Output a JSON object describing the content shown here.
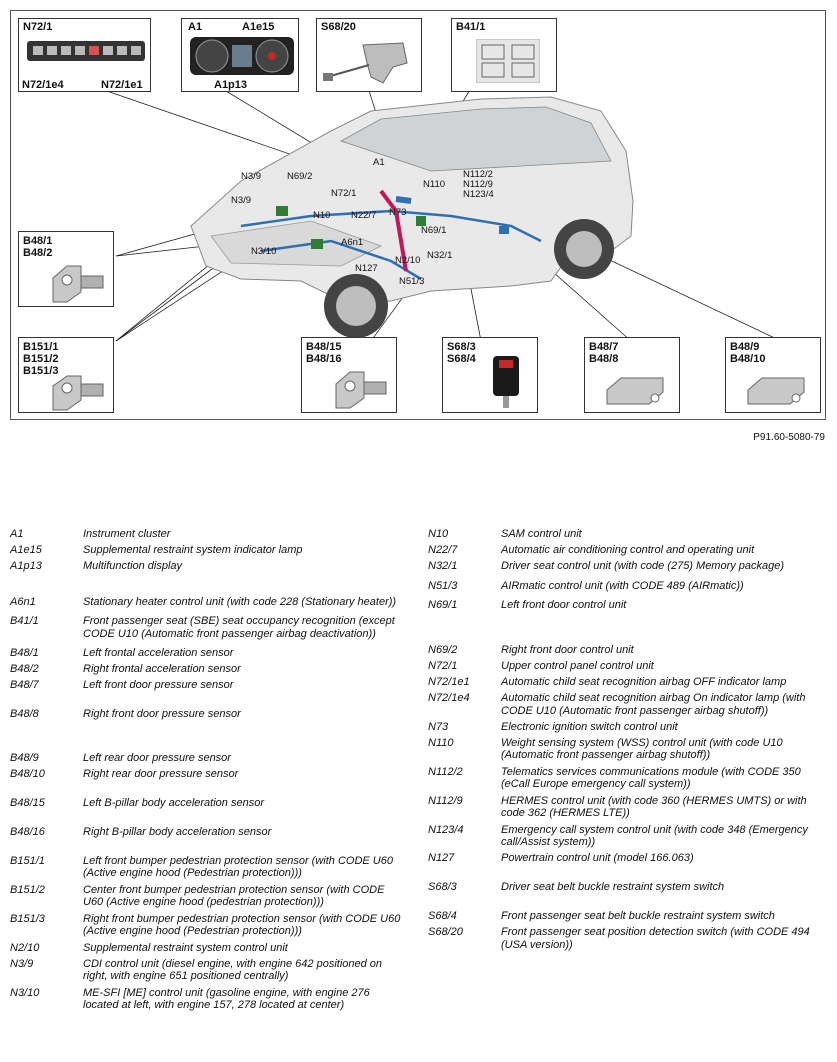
{
  "diagram": {
    "reference": "P91.60-5080-79",
    "callouts": {
      "n72_1": [
        "N72/1"
      ],
      "n72_1e4": [
        "N72/1e4"
      ],
      "n72_1e1": [
        "N72/1e1"
      ],
      "a1": [
        "A1"
      ],
      "a1e15": [
        "A1e15"
      ],
      "a1p13": [
        "A1p13"
      ],
      "s68_20": [
        "S68/20"
      ],
      "b41_1": [
        "B41/1"
      ],
      "b48_1": [
        "B48/1",
        "B48/2"
      ],
      "b151": [
        "B151/1",
        "B151/2",
        "B151/3"
      ],
      "b48_15": [
        "B48/15",
        "B48/16"
      ],
      "s68_3": [
        "S68/3",
        "S68/4"
      ],
      "b48_7": [
        "B48/7",
        "B48/8"
      ],
      "b48_9": [
        "B48/9",
        "B48/10"
      ]
    },
    "car_labels": [
      "N3/9",
      "N69/2",
      "A1",
      "N72/1",
      "N110",
      "N112/2",
      "N112/9",
      "N123/4",
      "N3/9",
      "N10",
      "N22/7",
      "N73",
      "N69/1",
      "A6n1",
      "N3/10",
      "N127",
      "N2/10",
      "N32/1",
      "N51/3"
    ]
  },
  "legend": {
    "left": [
      {
        "code": "A1",
        "desc": "Instrument cluster"
      },
      {
        "code": "A1e15",
        "desc": "Supplemental restraint system indicator lamp"
      },
      {
        "code": "A1p13",
        "desc": "Multifunction display"
      },
      {
        "code": "A6n1",
        "desc": "Stationary heater control unit (with code 228 (Stationary heater))"
      },
      {
        "code": "B41/1",
        "desc": "Front passenger seat (SBE) seat occupancy recognition (except CODE U10 (Automatic front passenger airbag deactivation))"
      },
      {
        "code": "B48/1",
        "desc": "Left frontal acceleration sensor"
      },
      {
        "code": "B48/2",
        "desc": "Right frontal acceleration sensor"
      },
      {
        "code": "B48/7",
        "desc": "Left front door pressure sensor"
      },
      {
        "code": "B48/8",
        "desc": "Right front door pressure sensor"
      },
      {
        "code": "B48/9",
        "desc": "Left rear door pressure sensor"
      },
      {
        "code": "B48/10",
        "desc": "Right rear door pressure sensor"
      },
      {
        "code": "B48/15",
        "desc": "Left B-pillar body acceleration sensor"
      },
      {
        "code": "B48/16",
        "desc": "Right B-pillar body acceleration sensor"
      },
      {
        "code": "B151/1",
        "desc": "Left front bumper pedestrian protection sensor (with CODE U60 (Active engine hood (Pedestrian protection)))"
      },
      {
        "code": "B151/2",
        "desc": "Center front bumper pedestrian protection sensor (with CODE U60 (Active engine hood (pedestrian protection)))"
      },
      {
        "code": "B151/3",
        "desc": "Right front bumper pedestrian protection sensor (with CODE U60 (Active engine hood (Pedestrian protection)))"
      },
      {
        "code": "N2/10",
        "desc": "Supplemental restraint system control unit"
      },
      {
        "code": "N3/9",
        "desc": "CDI control unit (diesel engine, with engine 642 positioned on right, with engine 651 positioned centrally)"
      },
      {
        "code": "N3/10",
        "desc": "ME-SFI [ME] control unit (gasoline engine, with engine 276 located at left, with engine 157, 278 located at center)"
      }
    ],
    "right": [
      {
        "code": "N10",
        "desc": "SAM control unit"
      },
      {
        "code": "N22/7",
        "desc": "Automatic air conditioning control and operating unit"
      },
      {
        "code": "N32/1",
        "desc": "Driver seat control unit (with code (275) Memory package)"
      },
      {
        "code": "N51/3",
        "desc": "AIRmatic control unit (with CODE 489 (AIRmatic))"
      },
      {
        "code": "N69/1",
        "desc": "Left front door control unit"
      },
      {
        "code": "N69/2",
        "desc": "Right front door control unit"
      },
      {
        "code": "N72/1",
        "desc": "Upper control panel control unit"
      },
      {
        "code": "N72/1e1",
        "desc": "Automatic child seat recognition airbag OFF indicator lamp"
      },
      {
        "code": "N72/1e4",
        "desc": "Automatic child seat recognition airbag On indicator lamp (with CODE U10 (Automatic front passenger airbag shutoff))"
      },
      {
        "code": "N73",
        "desc": "Electronic ignition switch control unit"
      },
      {
        "code": "N110",
        "desc": "Weight sensing system (WSS) control unit (with code U10 (Automatic front passenger airbag shutoff))"
      },
      {
        "code": "N112/2",
        "desc": "Telematics services communications module (with CODE 350 (eCall Europe emergency call system))"
      },
      {
        "code": "N112/9",
        "desc": "HERMES control unit (with code 360 (HERMES UMTS) or with code 362 (HERMES LTE))"
      },
      {
        "code": "N123/4",
        "desc": "Emergency call system control unit (with code 348 (Emergency call/Assist system))"
      },
      {
        "code": "N127",
        "desc": "Powertrain control unit (model 166.063)"
      },
      {
        "code": "S68/3",
        "desc": "Driver seat belt buckle restraint system switch"
      },
      {
        "code": "S68/4",
        "desc": "Front passenger seat belt buckle restraint system switch"
      },
      {
        "code": "S68/20",
        "desc": "Front passenger seat position detection switch (with CODE 494 (USA version))"
      }
    ]
  }
}
